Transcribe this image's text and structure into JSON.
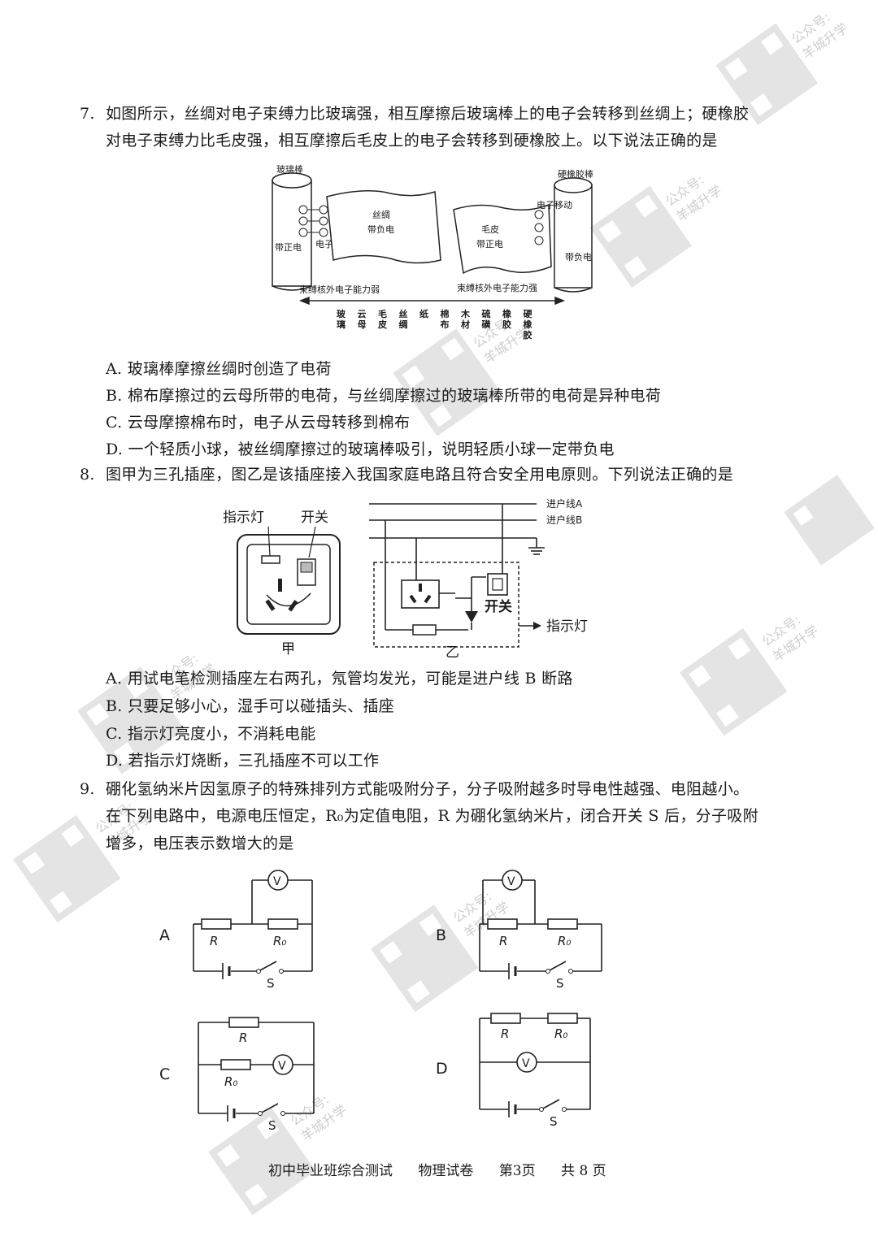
{
  "q7": {
    "number": "7.",
    "line1": "如图所示，丝绸对电子束缚力比玻璃强，相互摩擦后玻璃棒上的电子会转移到丝绸上；硬橡胶",
    "line2": "对电子束缚力比毛皮强，相互摩擦后毛皮上的电子会转移到硬橡胶上。以下说法正确的是",
    "figure": {
      "glass_rod": "玻璃棒",
      "positive_charge": "带正电",
      "electron_move_left": "电子移动",
      "silk_line1": "丝绸",
      "silk_line2": "带负电",
      "fur_line1": "毛皮",
      "fur_line2": "带正电",
      "hard_rubber": "硬橡胶棒",
      "electron_move_right": "电子移动",
      "negative_charge": "带负电",
      "weak": "束缚核外电子能力弱",
      "strong": "束缚核外电子能力强",
      "materials": [
        "玻璃",
        "云母",
        "毛皮",
        "丝绸",
        "纸",
        "棉布",
        "木材",
        "硫磺",
        "橡胶",
        "硬橡胶"
      ]
    },
    "options": [
      {
        "label": "A.",
        "text": "玻璃棒摩擦丝绸时创造了电荷"
      },
      {
        "label": "B.",
        "text": "棉布摩擦过的云母所带的电荷，与丝绸摩擦过的玻璃棒所带的电荷是异种电荷"
      },
      {
        "label": "C.",
        "text": "云母摩擦棉布时，电子从云母转移到棉布"
      },
      {
        "label": "D.",
        "text": "一个轻质小球，被丝绸摩擦过的玻璃棒吸引，说明轻质小球一定带负电"
      }
    ]
  },
  "q8": {
    "number": "8.",
    "line1": "图甲为三孔插座，图乙是该插座接入我国家庭电路且符合安全用电原则。下列说法正确的是",
    "figure": {
      "indicator": "指示灯",
      "switch": "开关",
      "jia": "甲",
      "line_a": "进户线A",
      "line_b": "进户线B",
      "switch2": "开关",
      "indicator2": "指示灯",
      "yi": "乙"
    },
    "options": [
      {
        "label": "A.",
        "text": "用试电笔检测插座左右两孔，氖管均发光，可能是进户线 B 断路"
      },
      {
        "label": "B.",
        "text": "只要足够小心，湿手可以碰插头、插座"
      },
      {
        "label": "C.",
        "text": "指示灯亮度小，不消耗电能"
      },
      {
        "label": "D.",
        "text": "若指示灯烧断，三孔插座不可以工作"
      }
    ]
  },
  "q9": {
    "number": "9.",
    "line1": "硼化氢纳米片因氢原子的特殊排列方式能吸附分子，分子吸附越多时导电性越强、电阻越小。",
    "line2": "在下列电路中，电源电压恒定，R₀为定值电阻，R 为硼化氢纳米片，闭合开关 S 后，分子吸附",
    "line3": "增多，电压表示数增大的是",
    "circuits": {
      "labels": [
        "A",
        "B",
        "C",
        "D"
      ],
      "voltmeter": "V",
      "r": "R",
      "r0": "R₀",
      "switch": "S"
    }
  },
  "footer": {
    "exam": "初中毕业班综合测试",
    "subject": "物理试卷",
    "page": "第3页",
    "total": "共 8 页"
  },
  "watermark": {
    "line1": "公众号:",
    "line2": "羊城升学"
  }
}
